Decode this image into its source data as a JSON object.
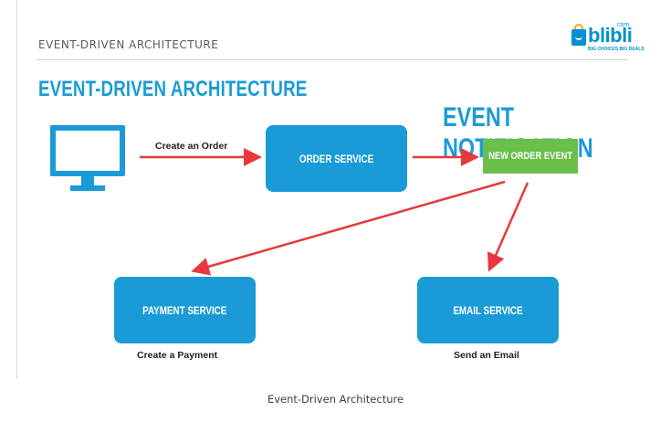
{
  "slide": {
    "header": "EVENT-DRIVEN ARCHITECTURE",
    "title": "EVENT-DRIVEN ARCHITECTURE",
    "section_title": "EVENT NOTIFICATION"
  },
  "logo": {
    "word": "blibli",
    "com": "com",
    "tagline": "BIG CHOICES  BIG DEALS"
  },
  "diagram": {
    "order_service": "ORDER SERVICE",
    "event": "NEW ORDER EVENT",
    "payment_service": "PAYMENT SERVICE",
    "email_service": "EMAIL SERVICE",
    "labels": {
      "create_order": "Create an Order",
      "create_payment": "Create a Payment",
      "send_email": "Send an Email"
    }
  },
  "caption": "Event-Driven Architecture",
  "colors": {
    "accent_blue": "#1a9bd7",
    "event_green": "#6abf4b",
    "arrow_red": "#e8383d"
  },
  "icons": [
    "computer-monitor-icon"
  ]
}
